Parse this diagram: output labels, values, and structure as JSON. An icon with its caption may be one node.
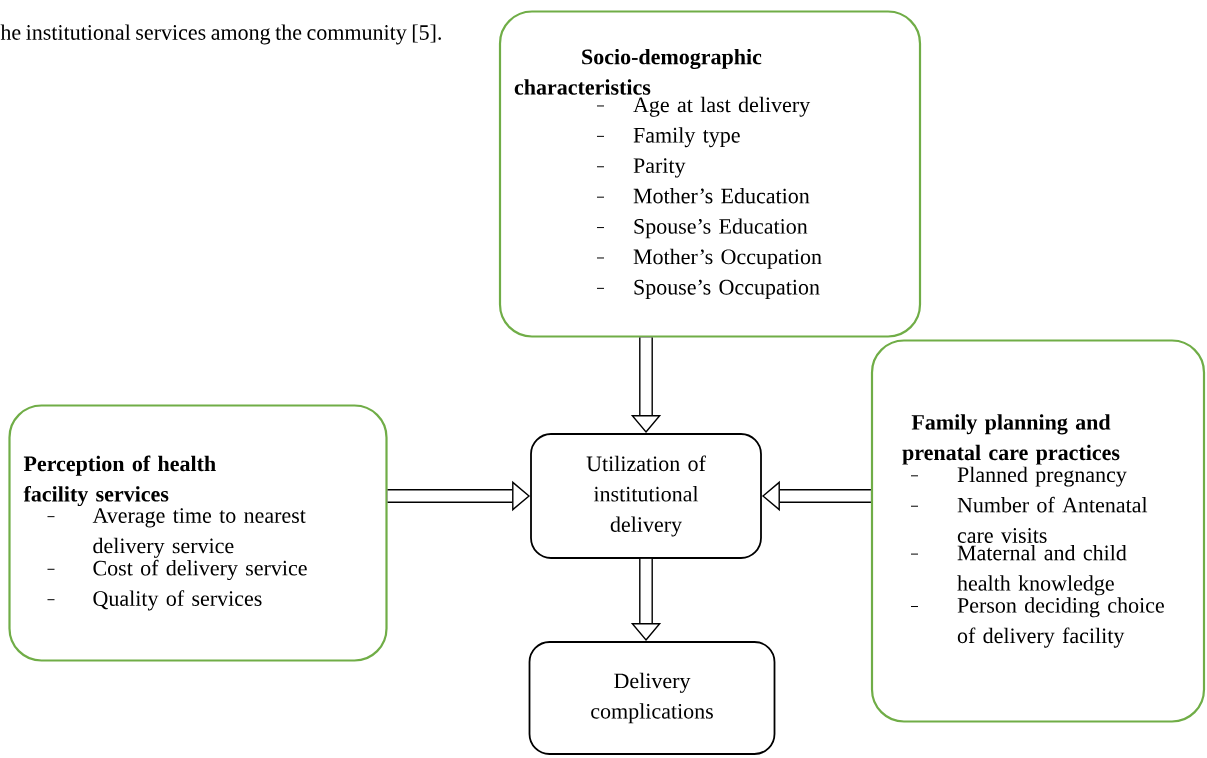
{
  "diagram": {
    "nodes": [
      {
        "text": [
          "Socio-demographic characteristics",
          "Age at last delivery",
          "Family type",
          "Parity",
          "Mother’s Education",
          "Spouse’s Education",
          "Mother’s Occupation",
          "Spouse’s Occupation"
        ]
      },
      {
        "text": [
          "Perception of health facility services",
          "Average time to nearest delivery service",
          "Cost of delivery service",
          "Quality of services"
        ]
      },
      {
        "text": [
          "Utilization of institutional delivery"
        ]
      },
      {
        "text": [
          "Family planning and prenatal care practices",
          "Planned pregnancy",
          "Number of Antenatal care visits",
          "Maternal and child health knowledge",
          "Person deciding choice of delivery facility"
        ]
      },
      {
        "text": [
          "Delivery complications"
        ]
      }
    ],
    "edges": [
      {
        "from": 0,
        "to": 2,
        "arrow": "to"
      },
      {
        "from": 1,
        "to": 2,
        "arrow": "to"
      },
      {
        "from": 3,
        "to": 2,
        "arrow": "to"
      },
      {
        "from": 2,
        "to": 4,
        "arrow": "to"
      }
    ],
    "labels": [
      "he institutional services among the community [5]."
    ]
  }
}
